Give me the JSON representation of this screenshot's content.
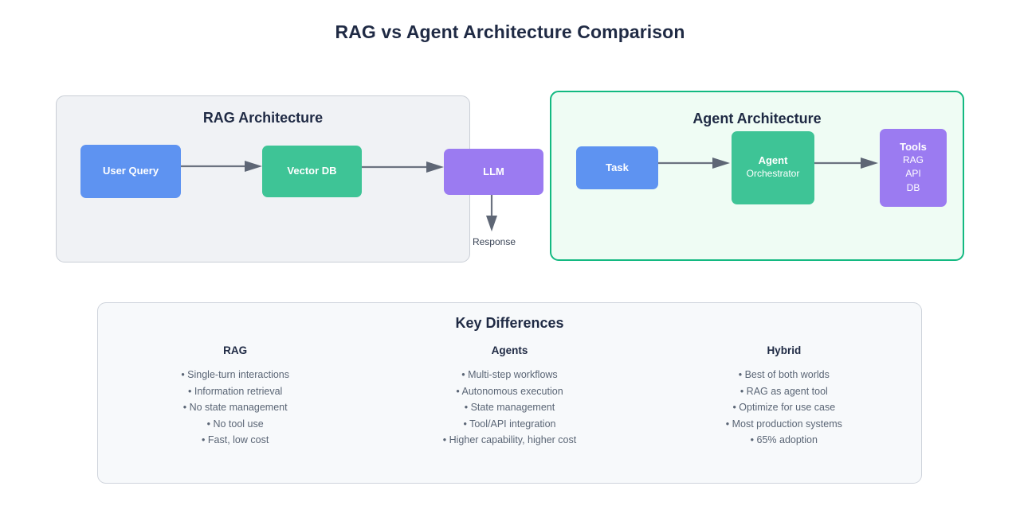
{
  "title": "RAG vs Agent Architecture Comparison",
  "colors": {
    "blue": "#5E93F1",
    "green": "#3EC496",
    "purple": "#9B7BF1",
    "agent_panel_border": "#13B981",
    "agent_panel_bg": "#EFFCF4",
    "rag_panel_bg": "#F0F2F5",
    "rag_panel_border": "#C9CED6",
    "diff_panel_bg": "#F7F9FB",
    "arrow": "#6B7280",
    "title_text": "#1F2A44"
  },
  "rag_panel": {
    "title": "RAG Architecture",
    "nodes": [
      {
        "title": "User Query",
        "sub": ""
      },
      {
        "title": "Vector DB",
        "sub": ""
      },
      {
        "title": "LLM",
        "sub": ""
      }
    ],
    "output_label": "Response"
  },
  "agent_panel": {
    "title": "Agent Architecture",
    "nodes": [
      {
        "title": "Task",
        "sub": ""
      },
      {
        "title": "Agent",
        "sub": "Orchestrator"
      },
      {
        "title": "Tools",
        "sub": "RAG",
        "sub2": "API",
        "sub3": "DB"
      }
    ]
  },
  "differences": {
    "title": "Key Differences",
    "columns": [
      {
        "title": "RAG",
        "items": [
          "• Single-turn interactions",
          "• Information retrieval",
          "• No state management",
          "• No tool use",
          "• Fast, low cost"
        ]
      },
      {
        "title": "Agents",
        "items": [
          "• Multi-step workflows",
          "• Autonomous execution",
          "• State management",
          "• Tool/API integration",
          "• Higher capability, higher cost"
        ]
      },
      {
        "title": "Hybrid",
        "items": [
          "• Best of both worlds",
          "• RAG as agent tool",
          "• Optimize for use case",
          "• Most production systems",
          "• 65% adoption"
        ]
      }
    ]
  }
}
